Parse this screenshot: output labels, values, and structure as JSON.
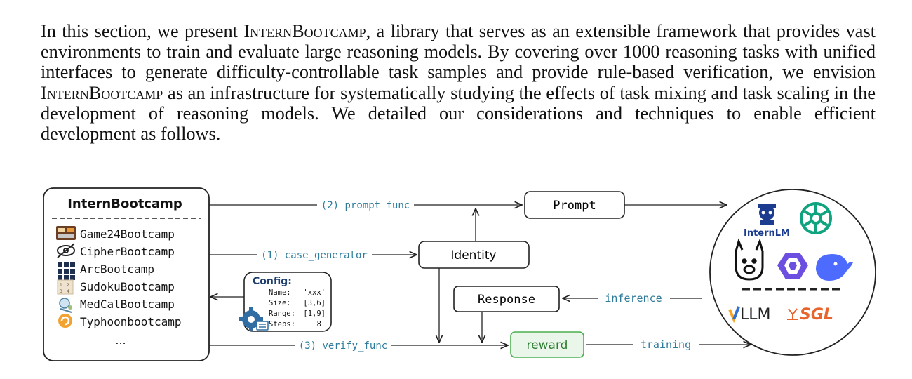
{
  "paragraph": {
    "part1": "In this section, we present ",
    "name1": "InternBootcamp",
    "part2": ", a library that serves as an extensible framework that provides vast environments to train and evaluate large reasoning models. By covering over 1000 reasoning tasks with unified interfaces to generate difficulty-controllable task samples and provide rule-based verification, we envision ",
    "name2": "InternBootcamp",
    "part3": " as an infrastructure for systematically studying the effects of task mixing and task scaling in the development of reasoning models. We detailed our considerations and techniques to enable efficient development as follows."
  },
  "figure": {
    "library_title": "InternBootcamp",
    "bootcamps": [
      {
        "label": "Game24Bootcamp",
        "icon": "game24-icon"
      },
      {
        "label": "CipherBootcamp",
        "icon": "cipher-icon"
      },
      {
        "label": "ArcBootcamp",
        "icon": "grid-icon"
      },
      {
        "label": "SudokuBootcamp",
        "icon": "sudoku-icon"
      },
      {
        "label": "MedCalBootcamp",
        "icon": "medcal-icon"
      },
      {
        "label": "Typhoonbootcamp",
        "icon": "typhoon-icon"
      }
    ],
    "more": "...",
    "edges": {
      "prompt_func": "(2) prompt_func",
      "case_generator": "(1) case_generator",
      "verify_func": "(3) verify_func",
      "inference": "inference",
      "training": "training"
    },
    "nodes": {
      "prompt": "Prompt",
      "identity": "Identity",
      "response": "Response",
      "reward": "reward"
    },
    "config": {
      "title": "Config:",
      "rows": [
        {
          "key": "Name:",
          "value": "'xxx'"
        },
        {
          "key": "Size:",
          "value": "[3,6]"
        },
        {
          "key": "Range:",
          "value": "[1,9]"
        },
        {
          "key": "Steps:",
          "value": "8"
        }
      ]
    },
    "models": {
      "internlm": "InternLM",
      "vllm": "LLM",
      "sgl": "SGL"
    },
    "colors": {
      "edge_label": "#2e7b9c",
      "reward_border": "#4caf50",
      "reward_fill": "#eaf6ea",
      "reward_text": "#2e7d32",
      "internlm_blue": "#1c3d8f",
      "openai_green": "#10a37f",
      "qwen_purple": "#6c4fe0",
      "deepseek_blue": "#4d6bfe",
      "sgl_orange": "#e8642c"
    }
  }
}
